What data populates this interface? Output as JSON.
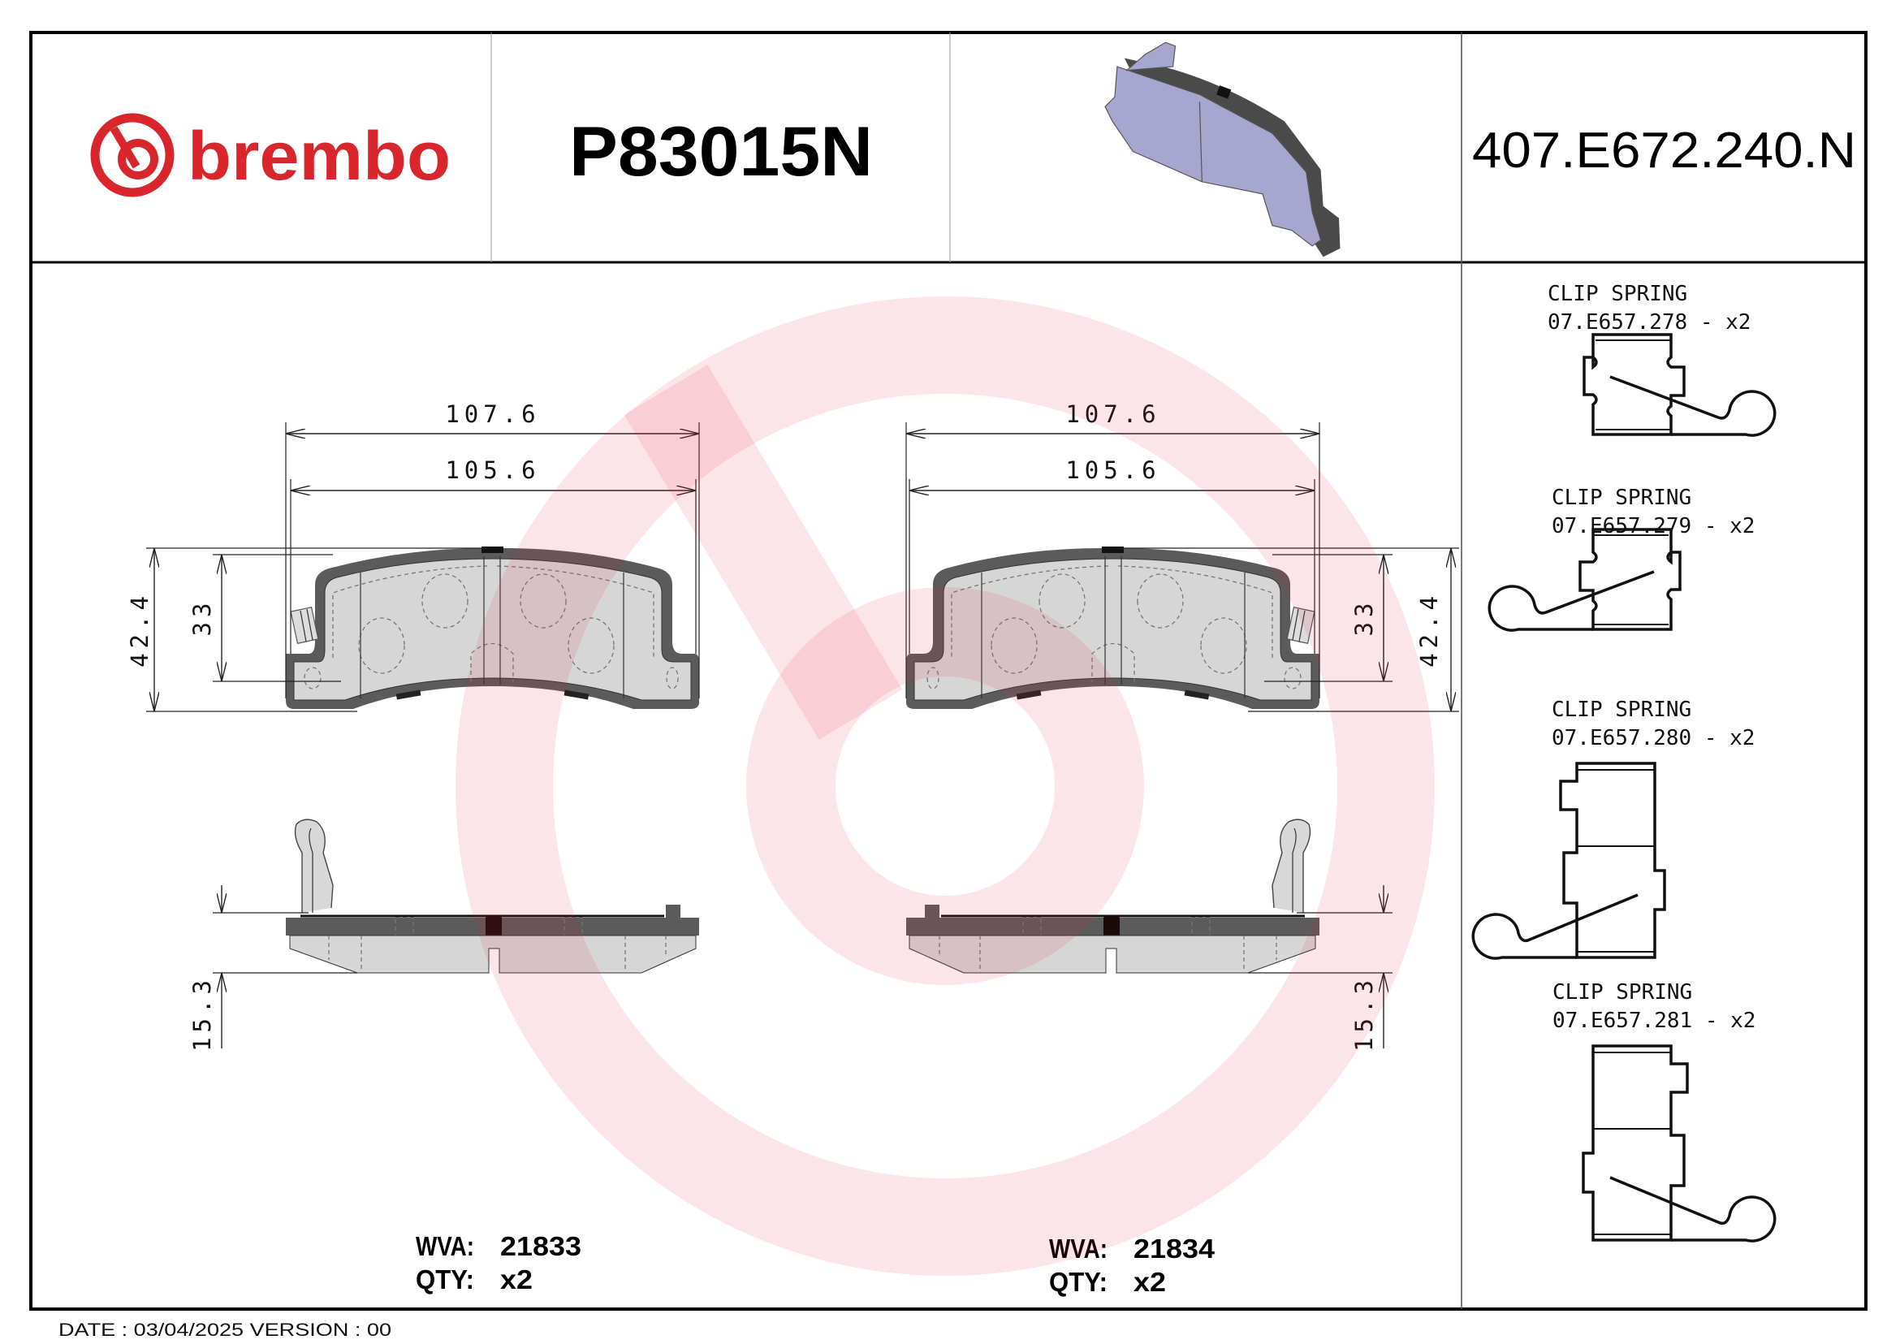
{
  "header": {
    "brand": "brembo",
    "brand_color": "#d9262c",
    "part_number": "P83015N",
    "reference_code": "407.E672.240.N"
  },
  "drawing": {
    "left_pad": {
      "width_outer": "107.6",
      "width_inner": "105.6",
      "height_total": "42.4",
      "height_friction": "33",
      "thickness": "15.3",
      "wva_label": "WVA:",
      "wva": "21833",
      "qty_label": "QTY:",
      "qty": "x2"
    },
    "right_pad": {
      "width_outer": "107.6",
      "width_inner": "105.6",
      "height_total": "42.4",
      "height_friction": "33",
      "thickness": "15.3",
      "wva_label": "WVA:",
      "wva": "21834",
      "qty_label": "QTY:",
      "qty": "x2"
    },
    "watermark_color": "#fbe3e6"
  },
  "accessories": [
    {
      "name": "CLIP SPRING",
      "code": "07.E657.278 - x2"
    },
    {
      "name": "CLIP SPRING",
      "code": "07.E657.279 - x2"
    },
    {
      "name": "CLIP SPRING",
      "code": "07.E657.280 - x2"
    },
    {
      "name": "CLIP SPRING",
      "code": "07.E657.281 - x2"
    }
  ],
  "footer": {
    "date_version": "DATE : 03/04/2025 VERSION : 00"
  }
}
